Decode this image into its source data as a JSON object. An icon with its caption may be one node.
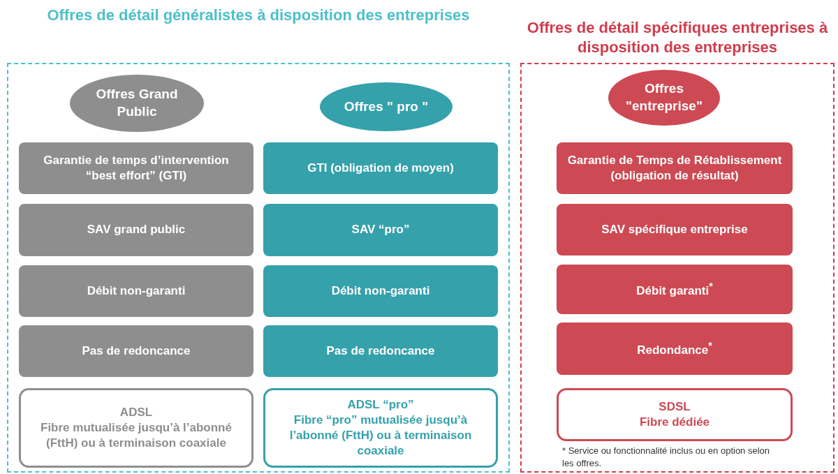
{
  "diagram": {
    "nodes": [
      {
        "text": [
          "Offres de détail généralistes à disposition des entreprises"
        ]
      },
      {
        "text": [
          "Offres Grand Public"
        ],
        "in": 0
      },
      {
        "text": [
          "Garantie de temps d’intervention “best effort” (GTI)"
        ],
        "in": 0
      },
      {
        "text": [
          "SAV grand public"
        ],
        "in": 0
      },
      {
        "text": [
          "Débit non-garanti"
        ],
        "in": 0
      },
      {
        "text": [
          "Pas de redoncance"
        ],
        "in": 0
      },
      {
        "text": [
          "ADSL",
          "Fibre mutualisée jusqu’à l’abonné (FttH) ou à terminaison coaxiale"
        ],
        "in": 0
      },
      {
        "text": [
          "Offres \" pro \""
        ],
        "in": 0
      },
      {
        "text": [
          "GTI (obligation de moyen)"
        ],
        "in": 0
      },
      {
        "text": [
          "SAV “pro”"
        ],
        "in": 0
      },
      {
        "text": [
          "Débit non-garanti"
        ],
        "in": 0
      },
      {
        "text": [
          "Pas de redoncance"
        ],
        "in": 0
      },
      {
        "text": [
          "ADSL “pro”",
          "Fibre “pro” mutualisée jusqu’à l’abonné (FttH) ou à terminaison coaxiale"
        ],
        "in": 0
      },
      {
        "text": [
          "Offres de détail spécifiques entreprises à disposition des entreprises"
        ]
      },
      {
        "text": [
          "Offres \"entreprise\""
        ],
        "in": 13
      },
      {
        "text": [
          "Garantie de Temps de Rétablissement (obligation de résultat)"
        ],
        "in": 13
      },
      {
        "text": [
          "SAV spécifique entreprise"
        ],
        "in": 13
      },
      {
        "text": [
          "Débit garanti$^{*}$"
        ],
        "in": 13
      },
      {
        "text": [
          "Redondance$^{*}$"
        ],
        "in": 13
      },
      {
        "text": [
          "SDSL",
          "Fibre dédiée"
        ],
        "in": 13
      }
    ],
    "labels": [
      "* Service ou fonctionnalité inclus ou en option selon les offres."
    ]
  }
}
